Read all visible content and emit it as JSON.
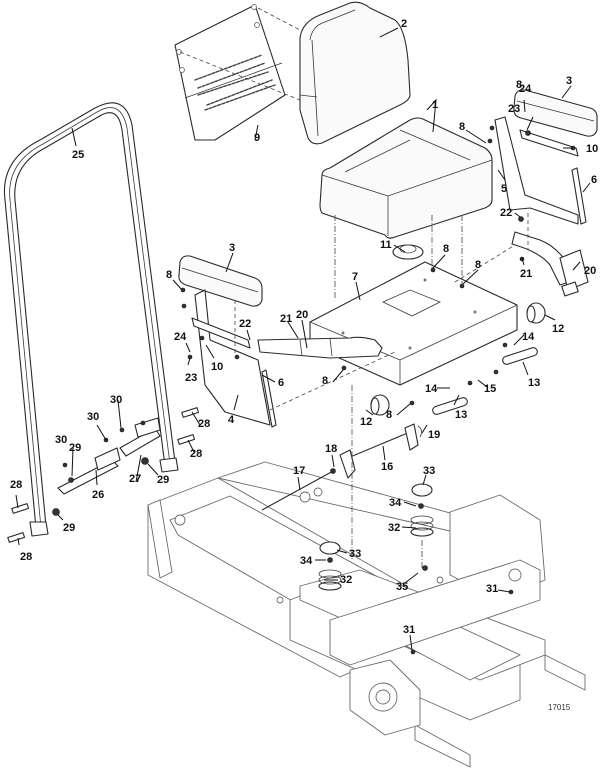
{
  "figure": {
    "id_label": "17015",
    "type": "exploded parts diagram",
    "subject": "Operator seat, armrests, ROPS bar and frame assembly"
  },
  "callouts": [
    {
      "id": "c1",
      "label": "1",
      "part": "seat cushion"
    },
    {
      "id": "c2",
      "label": "2",
      "part": "seat back"
    },
    {
      "id": "c3a",
      "label": "3",
      "part": "armrest (right)"
    },
    {
      "id": "c3b",
      "label": "3",
      "part": "armrest (left)"
    },
    {
      "id": "c4",
      "label": "4",
      "part": "left armrest bracket"
    },
    {
      "id": "c5",
      "label": "5",
      "part": "right armrest bracket"
    },
    {
      "id": "c6a",
      "label": "6",
      "part": "strip (right)"
    },
    {
      "id": "c6b",
      "label": "6",
      "part": "strip (left)"
    },
    {
      "id": "c7",
      "label": "7",
      "part": "seat plate"
    },
    {
      "id": "c8a",
      "label": "8",
      "part": "bolt"
    },
    {
      "id": "c8b",
      "label": "8",
      "part": "bolt"
    },
    {
      "id": "c8c",
      "label": "8",
      "part": "bolt"
    },
    {
      "id": "c8d",
      "label": "8",
      "part": "bolt"
    },
    {
      "id": "c8e",
      "label": "8",
      "part": "bolt"
    },
    {
      "id": "c8f",
      "label": "8",
      "part": "bolt"
    },
    {
      "id": "c8g",
      "label": "8",
      "part": "bolt"
    },
    {
      "id": "c9",
      "label": "9",
      "part": "seat back plate"
    },
    {
      "id": "c10a",
      "label": "10",
      "part": "nut (right)"
    },
    {
      "id": "c10b",
      "label": "10",
      "part": "nut (left)"
    },
    {
      "id": "c11",
      "label": "11",
      "part": "seat switch"
    },
    {
      "id": "c12a",
      "label": "12",
      "part": "bumper"
    },
    {
      "id": "c12b",
      "label": "12",
      "part": "bumper"
    },
    {
      "id": "c13a",
      "label": "13",
      "part": "pin"
    },
    {
      "id": "c13b",
      "label": "13",
      "part": "pin"
    },
    {
      "id": "c14a",
      "label": "14",
      "part": "bolt"
    },
    {
      "id": "c14b",
      "label": "14",
      "part": "bolt"
    },
    {
      "id": "c15",
      "label": "15",
      "part": "nut"
    },
    {
      "id": "c16",
      "label": "16",
      "part": "seat latch"
    },
    {
      "id": "c17",
      "label": "17",
      "part": "rod"
    },
    {
      "id": "c18",
      "label": "18",
      "part": "clip"
    },
    {
      "id": "c19",
      "label": "19",
      "part": "spring"
    },
    {
      "id": "c20a",
      "label": "20",
      "part": "seat belt (right)"
    },
    {
      "id": "c20b",
      "label": "20",
      "part": "seat belt (left)"
    },
    {
      "id": "c21a",
      "label": "21",
      "part": "bolt (right)"
    },
    {
      "id": "c21b",
      "label": "21",
      "part": "bolt (left)"
    },
    {
      "id": "c22a",
      "label": "22",
      "part": "spacer (right)"
    },
    {
      "id": "c22b",
      "label": "22",
      "part": "spacer (left)"
    },
    {
      "id": "c23a",
      "label": "23",
      "part": "washer (right)"
    },
    {
      "id": "c23b",
      "label": "23",
      "part": "washer (left)"
    },
    {
      "id": "c24a",
      "label": "24",
      "part": "screw (right)"
    },
    {
      "id": "c24b",
      "label": "24",
      "part": "screw (left)"
    },
    {
      "id": "c25",
      "label": "25",
      "part": "roll bar"
    },
    {
      "id": "c26",
      "label": "26",
      "part": "left mount bracket"
    },
    {
      "id": "c27",
      "label": "27",
      "part": "right mount bracket"
    },
    {
      "id": "c28a",
      "label": "28",
      "part": "bolt"
    },
    {
      "id": "c28b",
      "label": "28",
      "part": "bolt"
    },
    {
      "id": "c28c",
      "label": "28",
      "part": "bolt"
    },
    {
      "id": "c28d",
      "label": "28",
      "part": "bolt"
    },
    {
      "id": "c29a",
      "label": "29",
      "part": "nut"
    },
    {
      "id": "c29b",
      "label": "29",
      "part": "nut"
    },
    {
      "id": "c29c",
      "label": "29",
      "part": "nut"
    },
    {
      "id": "c30a",
      "label": "30",
      "part": "screw"
    },
    {
      "id": "c30b",
      "label": "30",
      "part": "screw"
    },
    {
      "id": "c30c",
      "label": "30",
      "part": "screw"
    },
    {
      "id": "c31a",
      "label": "31",
      "part": "bolt"
    },
    {
      "id": "c31b",
      "label": "31",
      "part": "bolt"
    },
    {
      "id": "c32a",
      "label": "32",
      "part": "spring"
    },
    {
      "id": "c32b",
      "label": "32",
      "part": "spring"
    },
    {
      "id": "c33a",
      "label": "33",
      "part": "bumper"
    },
    {
      "id": "c33b",
      "label": "33",
      "part": "bumper"
    },
    {
      "id": "c34a",
      "label": "34",
      "part": "nut"
    },
    {
      "id": "c34b",
      "label": "34",
      "part": "nut"
    },
    {
      "id": "c35",
      "label": "35",
      "part": "bolt"
    }
  ]
}
